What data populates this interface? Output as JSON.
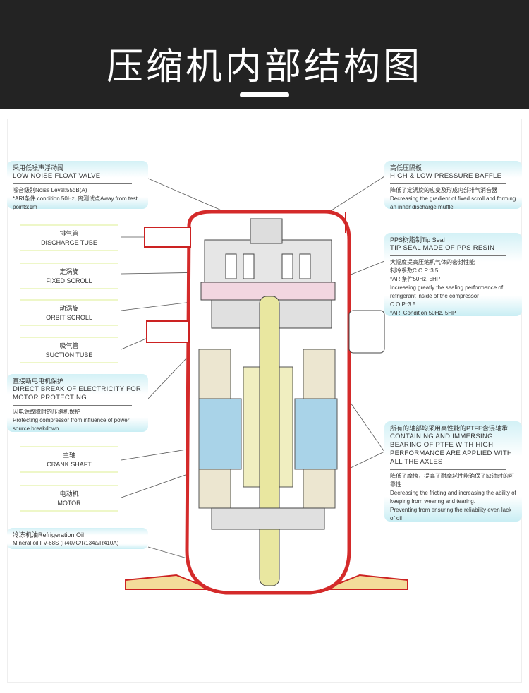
{
  "header": {
    "title": "压缩机内部结构图"
  },
  "left_boxes": [
    {
      "zh": "采用低噪声浮动阀",
      "en": "LOW NOISE FLOAT VALVE",
      "details": [
        "噪音级别Noise Level:55dB(A)",
        "*ARI条件 condition 50Hz, 离测试点Away from test points:1m"
      ]
    },
    {
      "zh": "直接断电电机保护",
      "en": "DIRECT BREAK OF ELECTRICITY FOR MOTOR PROTECTING",
      "details": [
        "因电源故障时的压缩机保护",
        "Protecting compressor from influence of power source breakdown"
      ]
    },
    {
      "zh": "冷冻机油Refrigeration Oil",
      "en": "",
      "details": [
        "Mineral oil FV-68S (R407C/R134a/R410A)"
      ]
    }
  ],
  "labels": [
    {
      "zh": "排气管",
      "en": "DISCHARGE TUBE"
    },
    {
      "zh": "定涡旋",
      "en": "FIXED SCROLL"
    },
    {
      "zh": "动涡旋",
      "en": "ORBIT SCROLL"
    },
    {
      "zh": "吸气管",
      "en": "SUCTION TUBE"
    },
    {
      "zh": "主轴",
      "en": "CRANK SHAFT"
    },
    {
      "zh": "电动机",
      "en": "MOTOR"
    }
  ],
  "right_boxes": [
    {
      "zh": "高低压隔板",
      "en": "HIGH & LOW PRESSURE BAFFLE",
      "details": [
        "降低了定涡旋的应变及形成内部排气消音器",
        "Decreasing the gradient of fixed scroll and forming an inner discharge muffle"
      ]
    },
    {
      "zh": "PPS树脂制Tip Seal",
      "en": "TIP SEAL MADE OF PPS RESIN",
      "details": [
        "大幅度提高压缩机气体的密封性能",
        "制冷系数C.O.P.:3.5",
        "*ARI条件50Hz, 5HP",
        "Increasing greatly the sealing performance of refrigerant inside of the compressor",
        "C.O.P.:3.5",
        "*ARI Condition 50Hz, 5HP"
      ]
    },
    {
      "zh": "所有的轴部均采用高性能的PTFE含浸轴承",
      "en": "CONTAINING AND IMMERSING BEARING OF PTFE WITH HIGH PERFORMANCE ARE APPLIED WITH ALL THE AXLES",
      "details": [
        "降低了摩擦，提高了耐摩耗性能确保了缺油时的可靠性",
        "Decreasing the fricting and increasing the ability of keeping from wearing and tearing.",
        "Preventing from ensuring the reliability even lack of oil"
      ]
    }
  ],
  "colors": {
    "shell": "#d42a2a",
    "motor": "#a9d3e8",
    "shaft": "#e9e7a0",
    "base": "#f3dc9a"
  }
}
